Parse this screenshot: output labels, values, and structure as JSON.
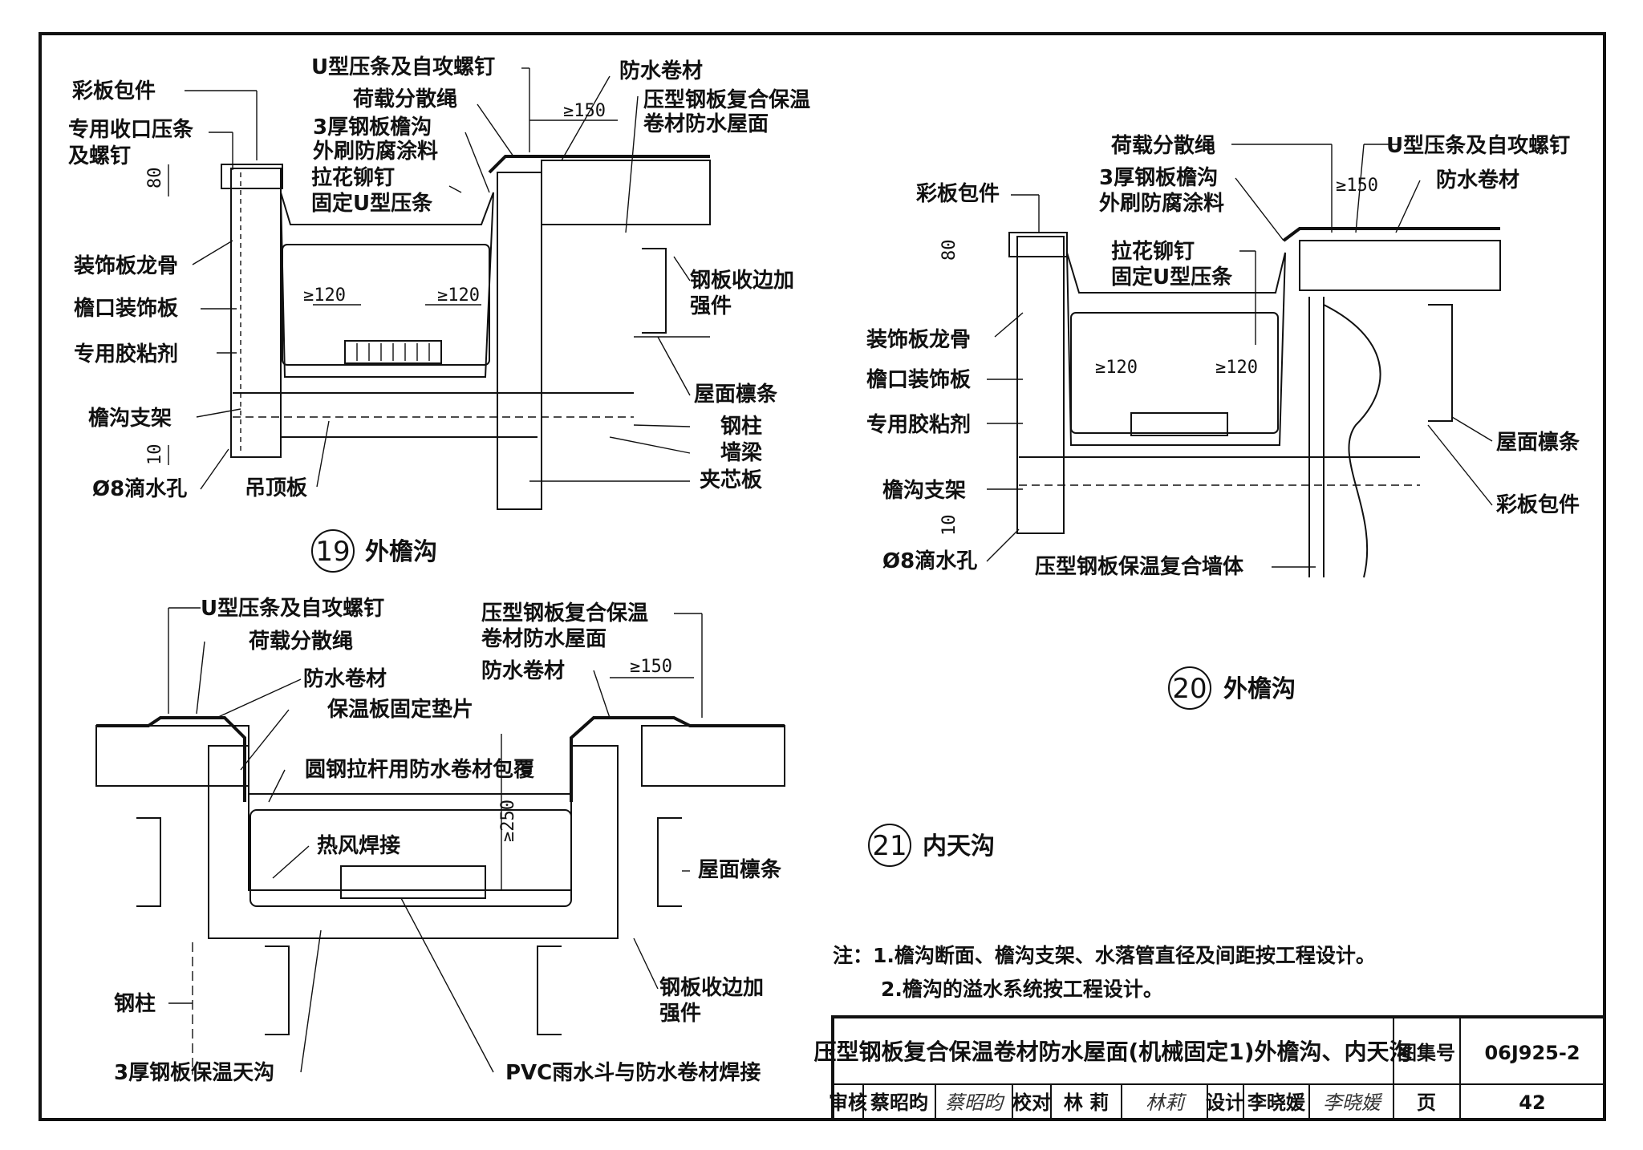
{
  "drawing19": {
    "number": "19",
    "title": "外檐沟",
    "labels": {
      "caiban_baojian": "彩板包件",
      "shoukou_1": "专用收口压条",
      "shoukou_2": "及螺钉",
      "u_yatiao": "U型压条及自攻螺钉",
      "hezai": "荷载分散绳",
      "gangban_1": "3厚钢板檐沟",
      "gangban_2": "外刷防腐涂料",
      "lahua_1": "拉花铆钉",
      "lahua_2": "固定U型压条",
      "fangshui": "防水卷材",
      "wumian_1": "压型钢板复合保温",
      "wumian_2": "卷材防水屋面",
      "longgu": "装饰板龙骨",
      "yankou": "檐口装饰板",
      "jiao": "专用胶粘剂",
      "zhijia": "檐沟支架",
      "dishui": "Ø8滴水孔",
      "diaoding": "吊顶板",
      "shoubian_1": "钢板收边加",
      "shoubian_2": "强件",
      "lintiao": "屋面檩条",
      "gangzhu": "钢柱",
      "qiangliang": "墙梁",
      "jiaxin": "夹芯板"
    },
    "dims": {
      "d150": "≥150",
      "d80": "80",
      "d120a": "≥120",
      "d120b": "≥120",
      "d10": "10"
    }
  },
  "drawing20": {
    "number": "20",
    "title": "外檐沟",
    "labels": {
      "hezai": "荷载分散绳",
      "u_yatiao": "U型压条及自攻螺钉",
      "gangban_1": "3厚钢板檐沟",
      "gangban_2": "外刷防腐涂料",
      "fangshui": "防水卷材",
      "caiban_baojian": "彩板包件",
      "lahua_1": "拉花铆钉",
      "lahua_2": "固定U型压条",
      "longgu": "装饰板龙骨",
      "yankou": "檐口装饰板",
      "jiao": "专用胶粘剂",
      "zhijia": "檐沟支架",
      "dishui": "Ø8滴水孔",
      "qiangti": "压型钢板保温复合墙体",
      "lintiao": "屋面檩条",
      "caiban_baojian_2": "彩板包件"
    },
    "dims": {
      "d150": "≥150",
      "d80": "80",
      "d120a": "≥120",
      "d120b": "≥120",
      "d10": "10"
    }
  },
  "drawing21": {
    "number": "21",
    "title": "内天沟",
    "labels": {
      "u_yatiao": "U型压条及自攻螺钉",
      "hezai": "荷载分散绳",
      "fangshui": "防水卷材",
      "dianpian": "保温板固定垫片",
      "yuangang": "圆钢拉杆用防水卷材包覆",
      "hanjie": "热风焊接",
      "wumian_1": "压型钢板复合保温",
      "wumian_2": "卷材防水屋面",
      "fangshui_2": "防水卷材",
      "lintiao": "屋面檩条",
      "gangzhu": "钢柱",
      "shoubian_1": "钢板收边加",
      "shoubian_2": "强件",
      "tiangou": "3厚钢板保温天沟",
      "pvc": "PVC雨水斗与防水卷材焊接"
    },
    "dims": {
      "d150": "≥150",
      "d250": "≥250"
    }
  },
  "notes": {
    "line1": "注：1.檐沟断面、檐沟支架、水落管直径及间距按工程设计。",
    "line2": "2.檐沟的溢水系统按工程设计。"
  },
  "title_block": {
    "title": "压型钢板复合保温卷材防水屋面(机械固定1)外檐沟、内天沟",
    "atlas_label": "图集号",
    "atlas_no": "06J925-2",
    "review_label": "审核",
    "reviewer": "蔡昭昀",
    "reviewer_sig": "蔡昭昀",
    "check_label": "校对",
    "checker": "林  莉",
    "checker_sig": "林莉",
    "design_label": "设计",
    "designer": "李晓媛",
    "designer_sig": "李晓媛",
    "page_label": "页",
    "page_no": "42"
  }
}
